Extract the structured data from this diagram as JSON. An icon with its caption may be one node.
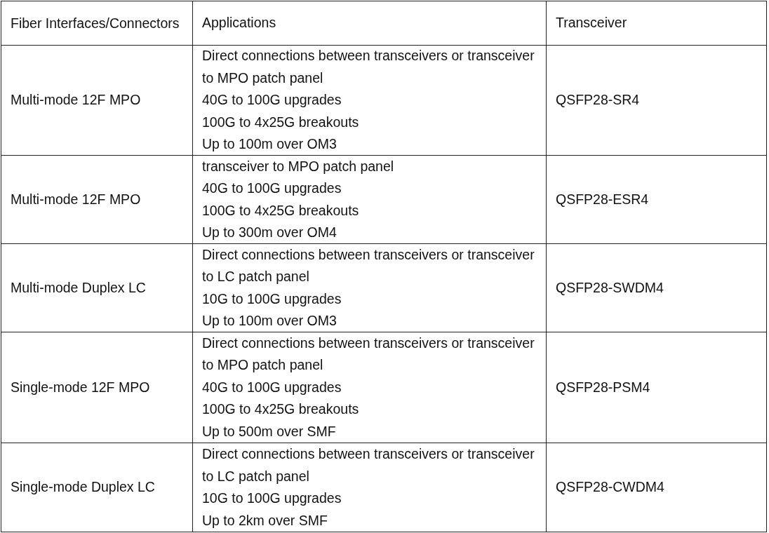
{
  "diagram": {
    "labels": [
      "Fiber Interfaces/Connectors",
      "Applications",
      "Transceiver",
      "Multi-mode 12F MPO",
      "Direct connections between transceivers or transceiver to MPO patch panel",
      "40G to 100G upgrades",
      "100G to 4x25G breakouts",
      "Up to 100m over OM3",
      "QSFP28-SR4",
      "Multi-mode 12F MPO",
      "transceiver to MPO patch panel",
      "40G to 100G upgrades",
      "100G to 4x25G breakouts",
      "Up to 300m over OM4",
      "QSFP28-ESR4",
      "Multi-mode Duplex LC",
      "Direct connections between transceivers or transceiver to LC patch panel",
      "10G to 100G upgrades",
      "Up to 100m over OM3",
      "QSFP28-SWDM4",
      "Single-mode 12F MPO",
      "Direct connections between transceivers or transceiver to MPO patch panel",
      "40G to 100G upgrades",
      "100G to 4x25G breakouts",
      "Up to 500m over SMF",
      "QSFP28-PSM4",
      "Single-mode Duplex LC",
      "Direct connections between transceivers or transceiver to LC patch panel",
      "10G to 100G upgrades",
      "Up to 2km over SMF",
      "QSFP28-CWDM4"
    ]
  }
}
